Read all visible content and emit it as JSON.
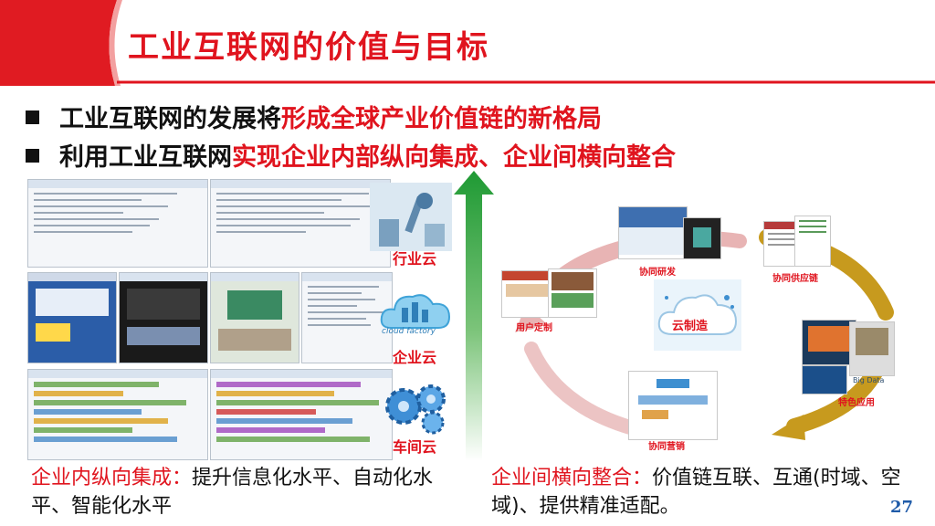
{
  "slide": {
    "title": "工业互联网的价值与目标",
    "page_number": "27"
  },
  "bullets": [
    {
      "plain": "工业互联网的发展将",
      "highlight": "形成全球产业价值链的新格局"
    },
    {
      "plain": "利用工业互联网",
      "highlight": "实现企业内部纵向集成、企业间横向整合"
    }
  ],
  "layers": {
    "industry": "行业云",
    "enterprise": "企业云",
    "workshop": "车间云"
  },
  "cloud_logo_text": "cloud factory",
  "cloud_center": "云制造",
  "cycle_nodes": {
    "rd": "协同研发",
    "supply": "协同供应链",
    "custom": "用户定制",
    "special": "特色应用",
    "marketing": "协同营销"
  },
  "bigdata_label": "Big Data",
  "bottom_left": {
    "highlight": "企业内纵向集成：",
    "text": "提升信息化水平、自动化水平、智能化水平"
  },
  "bottom_right": {
    "highlight": "企业间横向整合：",
    "text": "价值链互联、互通(时域、空域)、提供精准适配。"
  },
  "colors": {
    "accent_red": "#e0141e",
    "arrow_green": "#2e9e3a",
    "ring_gold": "#c79a1e",
    "ring_pink": "#e8b4b4"
  }
}
